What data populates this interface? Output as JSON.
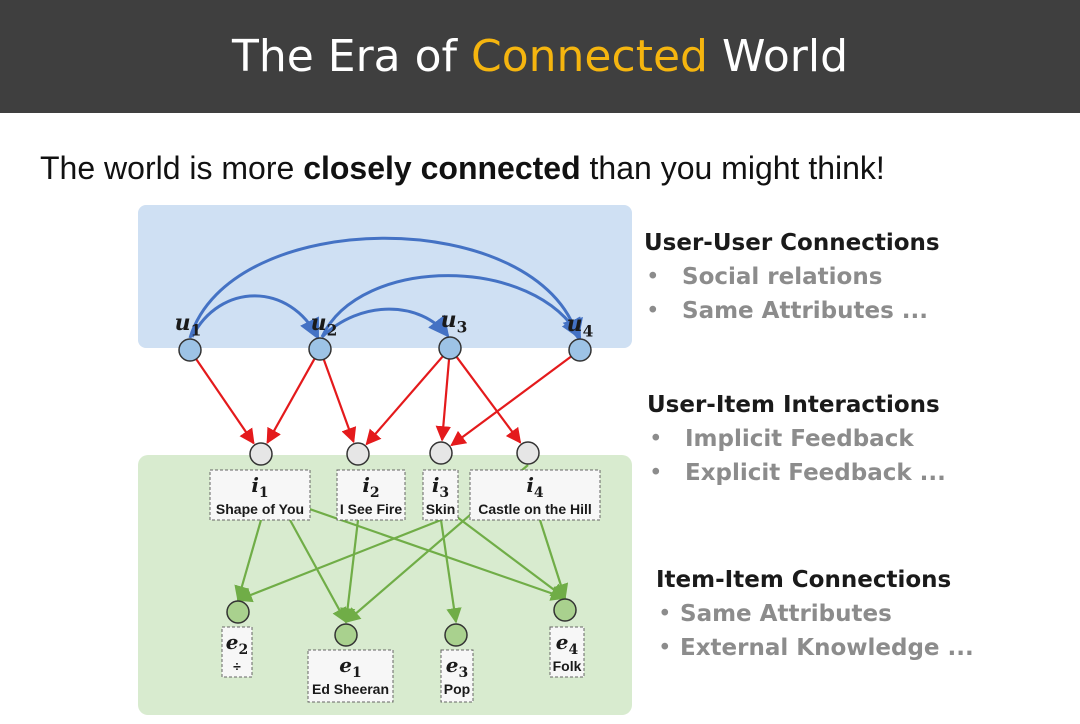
{
  "header": {
    "title_pre": "The Era of ",
    "title_highlight": "Connected",
    "title_post": " World",
    "highlight_color": "#f5b50f"
  },
  "subtitle": {
    "pre": "The world is more ",
    "bold": "closely connected",
    "post": " than you might think!"
  },
  "diagram": {
    "users": [
      {
        "label": "u",
        "sub": "1"
      },
      {
        "label": "u",
        "sub": "2"
      },
      {
        "label": "u",
        "sub": "3"
      },
      {
        "label": "u",
        "sub": "4"
      }
    ],
    "items": [
      {
        "label": "i",
        "sub": "1",
        "name": "Shape of You"
      },
      {
        "label": "i",
        "sub": "2",
        "name": "I See Fire"
      },
      {
        "label": "i",
        "sub": "3",
        "name": "Skin"
      },
      {
        "label": "i",
        "sub": "4",
        "name": "Castle on the Hill"
      }
    ],
    "entities": [
      {
        "label": "e",
        "sub": "2",
        "name": "÷"
      },
      {
        "label": "e",
        "sub": "1",
        "name": "Ed Sheeran"
      },
      {
        "label": "e",
        "sub": "3",
        "name": "Pop"
      },
      {
        "label": "e",
        "sub": "4",
        "name": "Folk"
      }
    ],
    "colors": {
      "user_region": "#cfe0f3",
      "item_region": "#d8ebcf",
      "user_node": "#9dc3e6",
      "item_node": "#e6e6e6",
      "entity_node": "#a9d18e",
      "user_user_edge": "#4472c4",
      "user_item_edge": "#e41a1c",
      "item_entity_edge": "#70ad47"
    }
  },
  "sections": [
    {
      "title": "User-User Connections",
      "bullets": [
        "Social relations",
        "Same Attributes ..."
      ]
    },
    {
      "title": "User-Item Interactions",
      "bullets": [
        "Implicit Feedback",
        "Explicit Feedback ..."
      ]
    },
    {
      "title": "Item-Item Connections",
      "bullets": [
        "Same Attributes",
        "External Knowledge ..."
      ]
    }
  ]
}
